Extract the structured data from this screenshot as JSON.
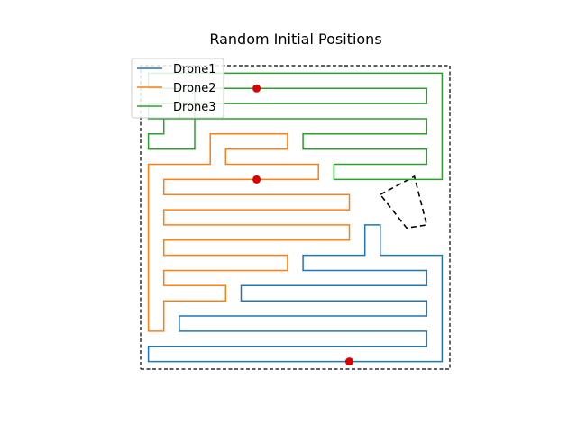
{
  "chart_data": {
    "type": "line",
    "title": "Random Initial Positions",
    "xlabel": "",
    "ylabel": "",
    "axes_visible": false,
    "grid": false,
    "legend_placement": "upper-left",
    "xlim": [
      -0.5,
      19.5
    ],
    "ylim": [
      -0.5,
      19.5
    ],
    "boundary": [
      [
        -0.5,
        -0.5
      ],
      [
        19.5,
        -0.5
      ],
      [
        19.5,
        19.5
      ],
      [
        -0.5,
        19.5
      ],
      [
        -0.5,
        -0.5
      ]
    ],
    "obstacle": [
      [
        15.0,
        11.0
      ],
      [
        17.2,
        12.2
      ],
      [
        18.0,
        9.0
      ],
      [
        16.7,
        8.8
      ],
      [
        15.0,
        11.0
      ]
    ],
    "series": [
      {
        "name": "Drone1",
        "color": "#1f77b4",
        "path": [
          [
            13,
            0
          ],
          [
            19,
            0
          ],
          [
            19,
            7
          ],
          [
            15,
            7
          ],
          [
            15,
            9
          ],
          [
            14,
            9
          ],
          [
            14,
            7
          ],
          [
            10,
            7
          ],
          [
            10,
            6
          ],
          [
            18,
            6
          ],
          [
            18,
            5
          ],
          [
            6,
            5
          ],
          [
            6,
            4
          ],
          [
            18,
            4
          ],
          [
            18,
            3
          ],
          [
            2,
            3
          ],
          [
            2,
            2
          ],
          [
            18,
            2
          ],
          [
            18,
            1
          ],
          [
            0,
            1
          ],
          [
            0,
            0
          ],
          [
            13,
            0
          ]
        ]
      },
      {
        "name": "Drone2",
        "color": "#ff7f0e",
        "path": [
          [
            7,
            12
          ],
          [
            1,
            12
          ],
          [
            1,
            11
          ],
          [
            13,
            11
          ],
          [
            13,
            10
          ],
          [
            1,
            10
          ],
          [
            1,
            9
          ],
          [
            13,
            9
          ],
          [
            13,
            8
          ],
          [
            1,
            8
          ],
          [
            1,
            7
          ],
          [
            9,
            7
          ],
          [
            9,
            6
          ],
          [
            1,
            6
          ],
          [
            1,
            5
          ],
          [
            5,
            5
          ],
          [
            5,
            4
          ],
          [
            1,
            4
          ],
          [
            1,
            2
          ],
          [
            0,
            2
          ],
          [
            0,
            13
          ],
          [
            4,
            13
          ],
          [
            4,
            15
          ],
          [
            9,
            15
          ],
          [
            9,
            14
          ],
          [
            5,
            14
          ],
          [
            5,
            13
          ],
          [
            11,
            13
          ],
          [
            11,
            12
          ],
          [
            7,
            12
          ]
        ]
      },
      {
        "name": "Drone3",
        "color": "#2ca02c",
        "path": [
          [
            7,
            18
          ],
          [
            18,
            18
          ],
          [
            18,
            17
          ],
          [
            0,
            17
          ],
          [
            0,
            16
          ],
          [
            18,
            16
          ],
          [
            18,
            15
          ],
          [
            10,
            15
          ],
          [
            10,
            14
          ],
          [
            18,
            14
          ],
          [
            18,
            13
          ],
          [
            12,
            13
          ],
          [
            12,
            12
          ],
          [
            19,
            12
          ],
          [
            19,
            19
          ],
          [
            0,
            19
          ],
          [
            0,
            18
          ],
          [
            2,
            18
          ],
          [
            2,
            16
          ],
          [
            1,
            16
          ],
          [
            1,
            15
          ],
          [
            0,
            15
          ],
          [
            0,
            14
          ],
          [
            3,
            14
          ],
          [
            3,
            18
          ],
          [
            7,
            18
          ]
        ]
      }
    ],
    "start_positions": [
      [
        13,
        0
      ],
      [
        7,
        12
      ],
      [
        7,
        18
      ]
    ],
    "start_marker_color": "#dd0000"
  }
}
